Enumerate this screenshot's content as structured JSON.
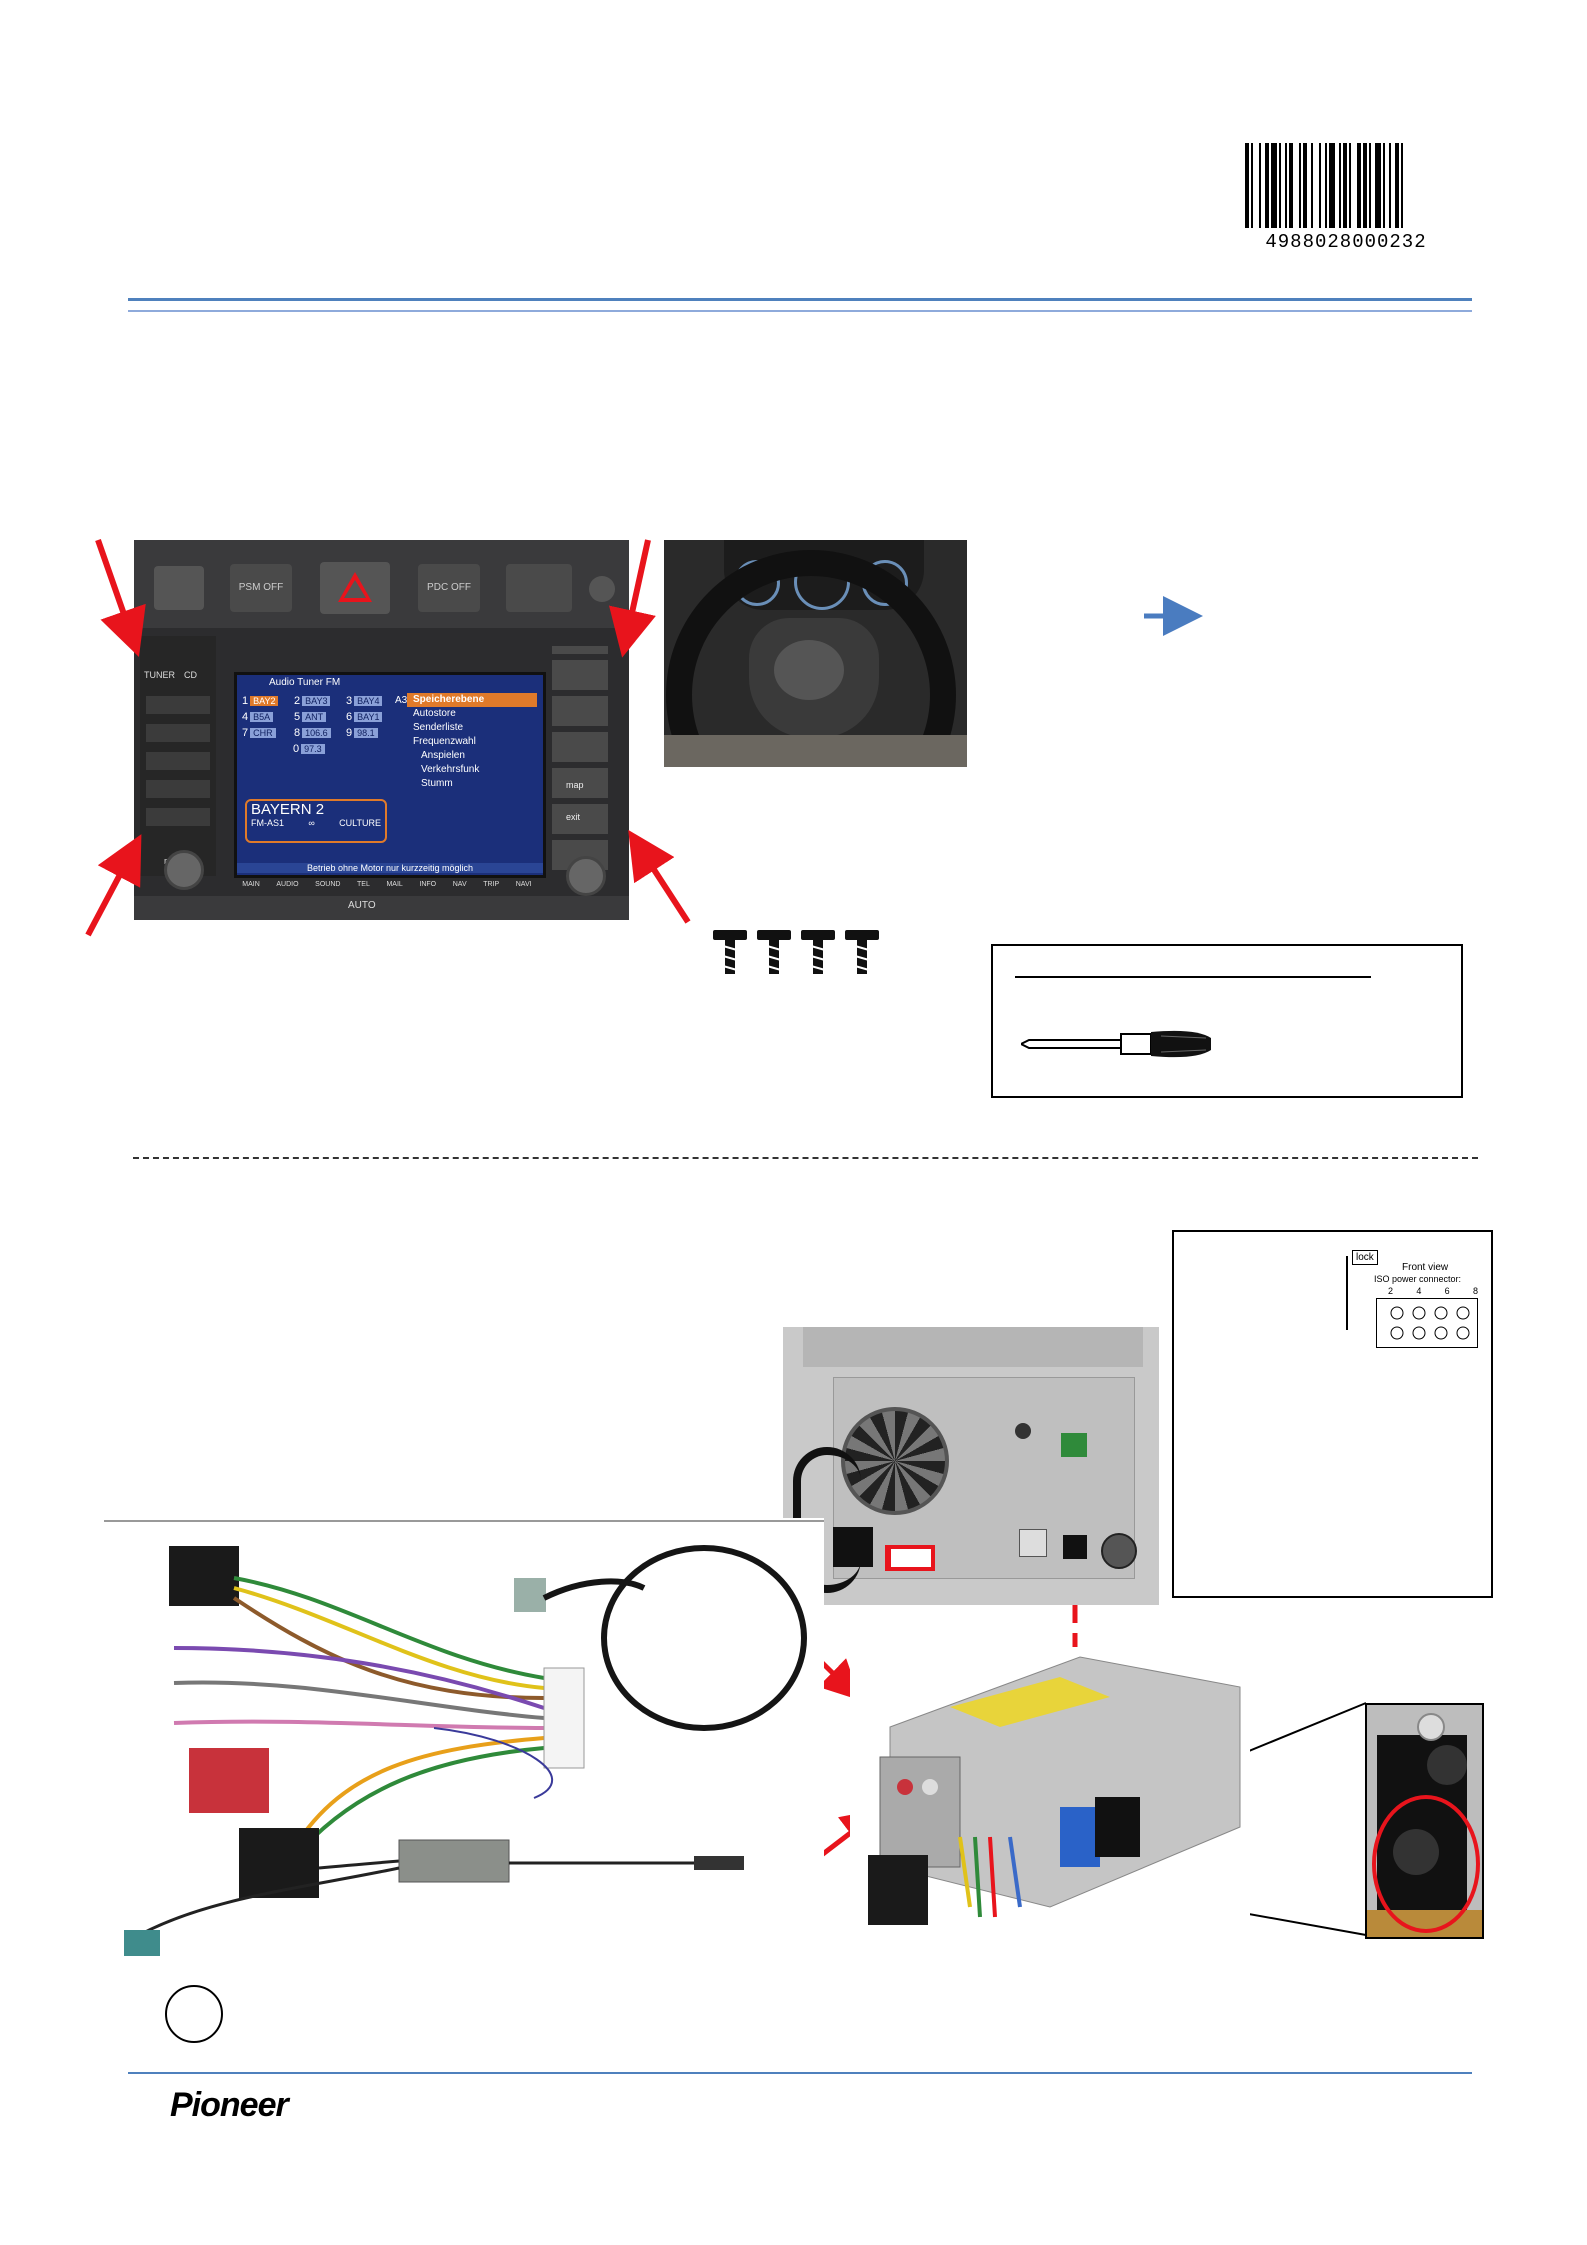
{
  "barcode": {
    "number": "4988028000232"
  },
  "radio_screen": {
    "title": "Audio Tuner FM",
    "presets": [
      {
        "n": "1",
        "name": "BAY2"
      },
      {
        "n": "2",
        "name": "BAY3"
      },
      {
        "n": "3",
        "name": "BAY4"
      },
      {
        "n": "4",
        "name": "B5A"
      },
      {
        "n": "5",
        "name": "ANT"
      },
      {
        "n": "6",
        "name": "BAY1"
      },
      {
        "n": "7",
        "name": "CHR"
      },
      {
        "n": "8",
        "name": "106.6"
      },
      {
        "n": "9",
        "name": "98.1"
      },
      {
        "n": "0",
        "name": "97.3"
      }
    ],
    "bank": "A3",
    "menu": [
      "Speicherebene",
      "Autostore",
      "Senderliste",
      "Frequenzwahl",
      "Anspielen",
      "Verkehrsfunk",
      "Stumm"
    ],
    "station": "BAYERN 2",
    "sub_left": "FM-AS1",
    "sub_mid": "∞",
    "sub_right": "CULTURE",
    "footer": "Betrieb ohne Motor nur kurzzeitig möglich",
    "left_buttons": [
      "TUNER",
      "CD",
      "repeat"
    ],
    "right_buttons": [
      "map",
      "exit"
    ],
    "bottom_buttons": [
      "MAIN",
      "AUDIO",
      "SOUND",
      "TEL",
      "MAIL",
      "INFO",
      "NAV",
      "TRIP",
      "NAVI"
    ],
    "climate_label": "AUTO",
    "top_buttons": [
      "PSM OFF",
      "PDC OFF"
    ]
  },
  "iso_diagram": {
    "lock_label": "lock",
    "front_view": "Front view",
    "iso_label": "ISO power connector:",
    "pins": [
      "2",
      "4",
      "6",
      "8"
    ]
  },
  "colors": {
    "rule_blue": "#4f81bd",
    "arrow_red": "#e8141c",
    "arrow_blue": "#4a7cc0",
    "screen_bg": "#1b2f7a",
    "screen_orange": "#e07a2a"
  },
  "footer": {
    "brand": "Pioneer"
  }
}
